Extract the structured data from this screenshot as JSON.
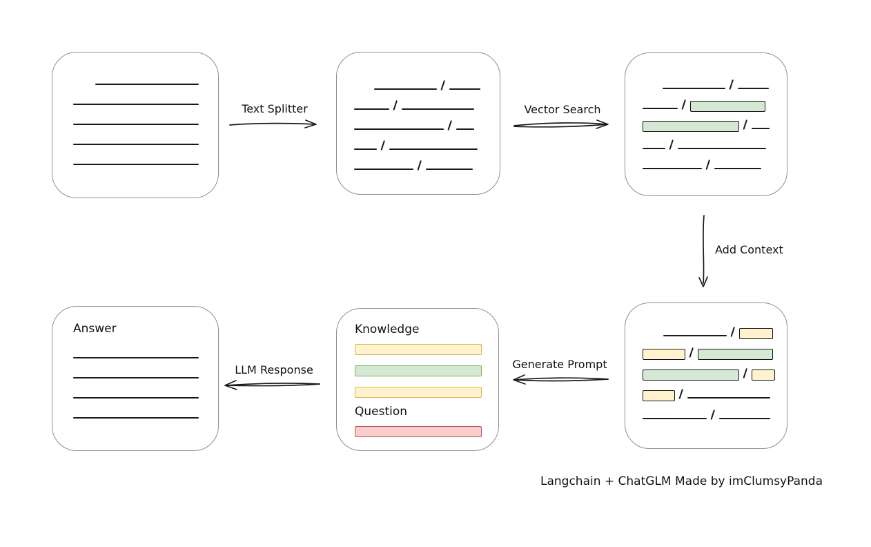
{
  "labels": {
    "text_splitter": "Text Splitter",
    "vector_search": "Vector Search",
    "add_context": "Add Context",
    "generate_prompt": "Generate Prompt",
    "llm_response": "LLM Response",
    "knowledge": "Knowledge",
    "question": "Question",
    "answer": "Answer",
    "caption": "Langchain + ChatGLM Made by imClumsyPanda"
  },
  "colors": {
    "green_fill": "#d5e8d4",
    "green_border": "#82b366",
    "yellow_fill": "#fff2cc",
    "yellow_border": "#d6b656",
    "red_fill": "#f8cecc",
    "red_border": "#b85450",
    "line_color": "#1a1a1a",
    "node_border": "#8f8f8f",
    "text_color": "#111111"
  },
  "diagram": {
    "source_document": {
      "rows": [
        [
          {
            "t": "gap",
            "w": 32
          },
          {
            "t": "line",
            "w": 150
          }
        ],
        [
          {
            "t": "line",
            "w": 182
          }
        ],
        [
          {
            "t": "line",
            "w": 182
          }
        ],
        [
          {
            "t": "line",
            "w": 182
          }
        ],
        [
          {
            "t": "line",
            "w": 182
          }
        ]
      ]
    },
    "split_chunks": {
      "rows": [
        [
          {
            "t": "gap",
            "w": 29
          },
          {
            "t": "line",
            "w": 91
          },
          {
            "t": "slash"
          },
          {
            "t": "line",
            "w": 45
          }
        ],
        [
          {
            "t": "line",
            "w": 51
          },
          {
            "t": "slash"
          },
          {
            "t": "line",
            "w": 105
          }
        ],
        [
          {
            "t": "line",
            "w": 130
          },
          {
            "t": "slash"
          },
          {
            "t": "line",
            "w": 26
          }
        ],
        [
          {
            "t": "line",
            "w": 33
          },
          {
            "t": "slash"
          },
          {
            "t": "line",
            "w": 128
          }
        ],
        [
          {
            "t": "line",
            "w": 86
          },
          {
            "t": "slash"
          },
          {
            "t": "line",
            "w": 68
          }
        ]
      ]
    },
    "matched_chunks": {
      "rows": [
        [
          {
            "t": "gap",
            "w": 29
          },
          {
            "t": "line",
            "w": 91
          },
          {
            "t": "slash"
          },
          {
            "t": "line",
            "w": 45
          }
        ],
        [
          {
            "t": "line",
            "w": 51
          },
          {
            "t": "slash"
          },
          {
            "t": "green",
            "w": 107
          }
        ],
        [
          {
            "t": "green",
            "w": 138
          },
          {
            "t": "slash"
          },
          {
            "t": "line",
            "w": 26
          }
        ],
        [
          {
            "t": "line",
            "w": 33
          },
          {
            "t": "slash"
          },
          {
            "t": "line",
            "w": 128
          }
        ],
        [
          {
            "t": "line",
            "w": 86
          },
          {
            "t": "slash"
          },
          {
            "t": "line",
            "w": 68
          }
        ]
      ]
    },
    "context_chunks": {
      "rows": [
        [
          {
            "t": "gap",
            "w": 30
          },
          {
            "t": "line",
            "w": 92
          },
          {
            "t": "slash"
          },
          {
            "t": "yellow",
            "w": 47
          }
        ],
        [
          {
            "t": "yellow",
            "w": 60
          },
          {
            "t": "slash"
          },
          {
            "t": "green",
            "w": 107
          }
        ],
        [
          {
            "t": "green",
            "w": 138
          },
          {
            "t": "slash"
          },
          {
            "t": "yellow",
            "w": 32
          }
        ],
        [
          {
            "t": "yellow",
            "w": 45
          },
          {
            "t": "slash"
          },
          {
            "t": "line",
            "w": 120
          }
        ],
        [
          {
            "t": "line",
            "w": 93
          },
          {
            "t": "slash"
          },
          {
            "t": "line",
            "w": 74
          }
        ]
      ]
    },
    "answer_document": {
      "rows": [
        [
          {
            "t": "line",
            "w": 182
          }
        ],
        [
          {
            "t": "line",
            "w": 182
          }
        ],
        [
          {
            "t": "line",
            "w": 182
          }
        ],
        [
          {
            "t": "line",
            "w": 182
          }
        ]
      ]
    },
    "prompt": {
      "knowledge_bars": [
        "yellow",
        "green",
        "yellow"
      ],
      "question_bars": [
        "red"
      ]
    }
  }
}
